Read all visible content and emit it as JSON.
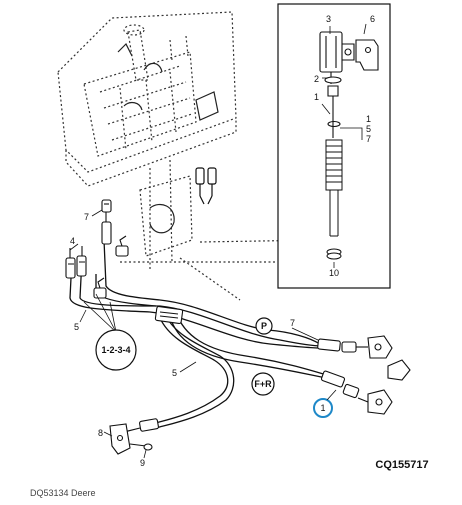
{
  "diagram": {
    "figure_code": "CQ155717",
    "footer_caption": "DQ53134 Deere",
    "callouts": {
      "inset": [
        "3",
        "6",
        "2",
        "1",
        "5",
        "7",
        "10"
      ],
      "main": [
        "7",
        "4",
        "5",
        "1-2-3-4",
        "5",
        "P",
        "7",
        "F+R",
        "1",
        "8",
        "9"
      ]
    },
    "highlight_color": "#1e88c8",
    "line_color": "#111111"
  }
}
